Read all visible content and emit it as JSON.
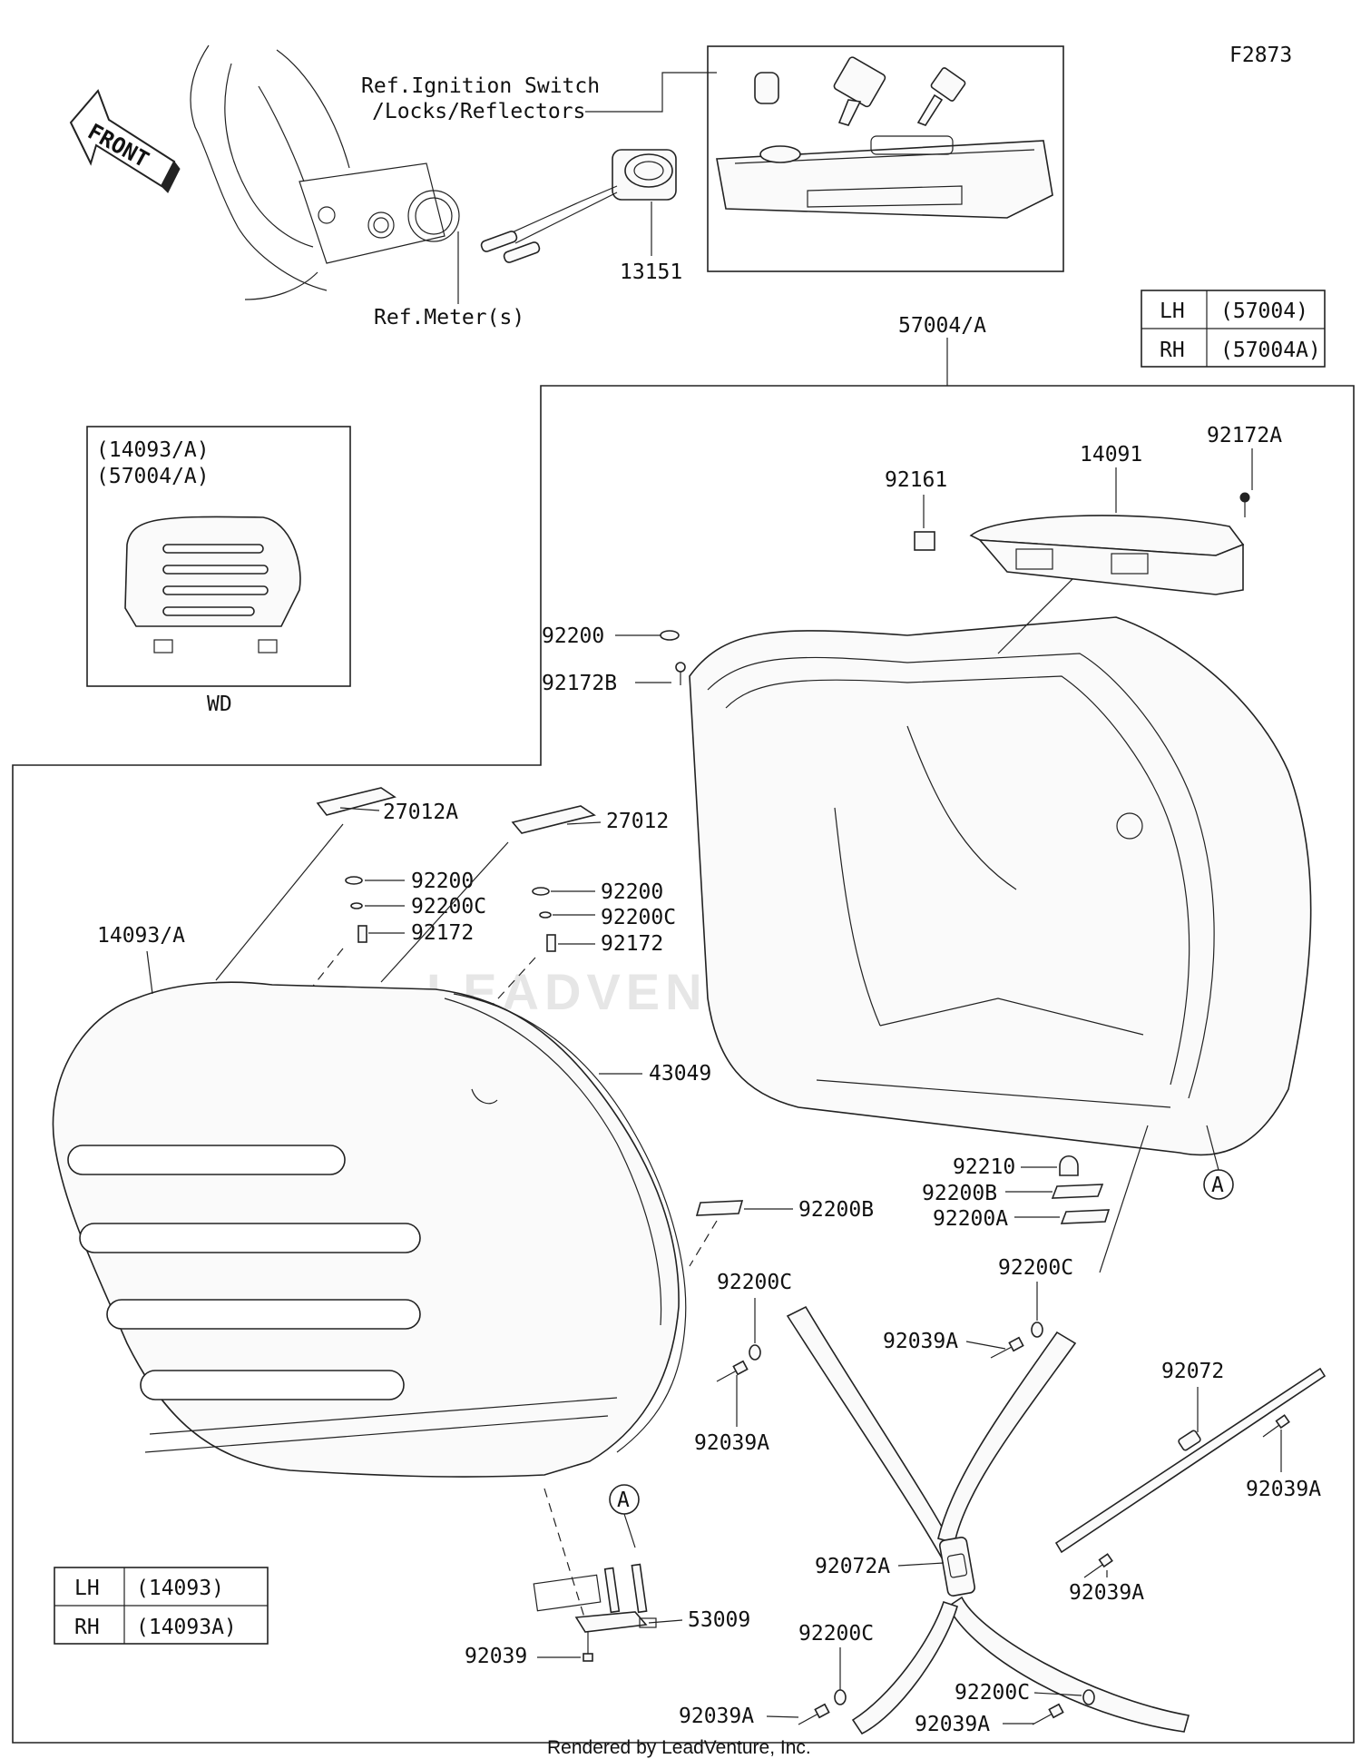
{
  "diagram_code": "F2873",
  "front_arrow_label": "FRONT",
  "watermark": "LEADVENTURE",
  "footer": "Rendered by LeadVenture, Inc.",
  "ref_labels": {
    "ignition_line1": "Ref.Ignition Switch",
    "ignition_line2": "/Locks/Reflectors",
    "meter": "Ref.Meter(s)"
  },
  "inset_wd": {
    "line1": "(14093/A)",
    "line2": "(57004/A)",
    "caption": "WD"
  },
  "table_upper": [
    {
      "side": "LH",
      "part": "(57004)"
    },
    {
      "side": "RH",
      "part": "(57004A)"
    }
  ],
  "table_lower": [
    {
      "side": "LH",
      "part": "(14093)"
    },
    {
      "side": "RH",
      "part": "(14093A)"
    }
  ],
  "callout_A": "A",
  "parts": {
    "p13151": "13151",
    "p57004A": "57004/A",
    "p92172A": "92172A",
    "p14091": "14091",
    "p92161": "92161",
    "p92200_top": "92200",
    "p92172B": "92172B",
    "p27012A": "27012A",
    "p27012": "27012",
    "p92200_l": "92200",
    "p92200C_l": "92200C",
    "p92172_l": "92172",
    "p92200_r": "92200",
    "p92200C_r": "92200C",
    "p92172_r": "92172",
    "p14093A": "14093/A",
    "p43049": "43049",
    "p92210": "92210",
    "p92200B_r": "92200B",
    "p92200A": "92200A",
    "p92200B_l": "92200B",
    "p92200C_a": "92200C",
    "p92200C_b": "92200C",
    "p92039A_a": "92039A",
    "p92039A_b": "92039A",
    "p92072": "92072",
    "p92039A_c": "92039A",
    "p92072A": "92072A",
    "p92039A_d": "92039A",
    "p53009": "53009",
    "p92039": "92039",
    "p92200C_c": "92200C",
    "p92200C_d": "92200C",
    "p92039A_e": "92039A",
    "p92039A_f": "92039A"
  }
}
